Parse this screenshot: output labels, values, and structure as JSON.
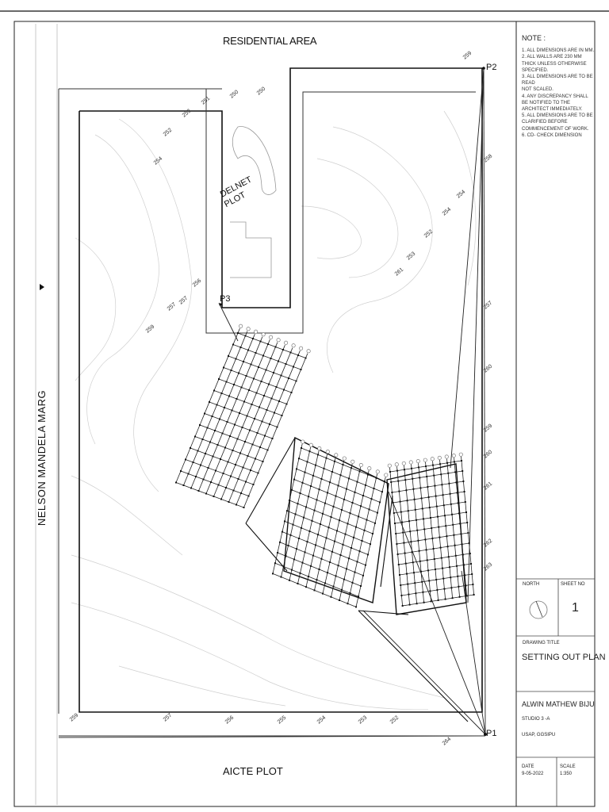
{
  "site": {
    "top_label": "RESIDENTIAL AREA",
    "bottom_label": "AICTE PLOT",
    "left_label": "NELSON MANDELA MARG",
    "inner_plot_label_line1": "DELNET",
    "inner_plot_label_line2": "PLOT",
    "points": [
      "P1",
      "P2",
      "P3"
    ]
  },
  "notes": {
    "header": "NOTE :",
    "items": [
      "1.      ALL DIMENSIONS ARE IN MM.",
      "2.      ALL WALLS ARE 230 MM THICK UNLESS OTHERWISE SPECIFIED.",
      "3.      ALL DIMENSIONS ARE TO BE READ",
      "NOT SCALED.",
      "4.      ANY DISCREPANCY SHALL BE NOTIFIED TO THE ARCHITECT IMMEDIATELY.",
      "5.      ALL DIMENSIONS ARE TO BE CLARIFIED BEFORE COMMENCEMENT OF WORK.",
      "6.      CD- CHECK DIMENSION"
    ]
  },
  "title_block": {
    "north_label": "NORTH",
    "sheet_label": "SHEET NO",
    "sheet_no": "1",
    "drawing_title_label": "DRAWING TITLE",
    "drawing_title": "SETTING OUT PLAN",
    "author": "ALWIN MATHEW BIJU",
    "studio": "STUDIO 3 -A",
    "school": "USAP, GGSIPU",
    "date_label": "DATE",
    "date": "9-05-2022",
    "scale_label": "SCALE",
    "scale": "1:350"
  },
  "contours": [
    "259",
    "257",
    "256",
    "255",
    "254",
    "253",
    "252",
    "251",
    "250",
    "258",
    "260",
    "261",
    "262",
    "263",
    "264"
  ]
}
